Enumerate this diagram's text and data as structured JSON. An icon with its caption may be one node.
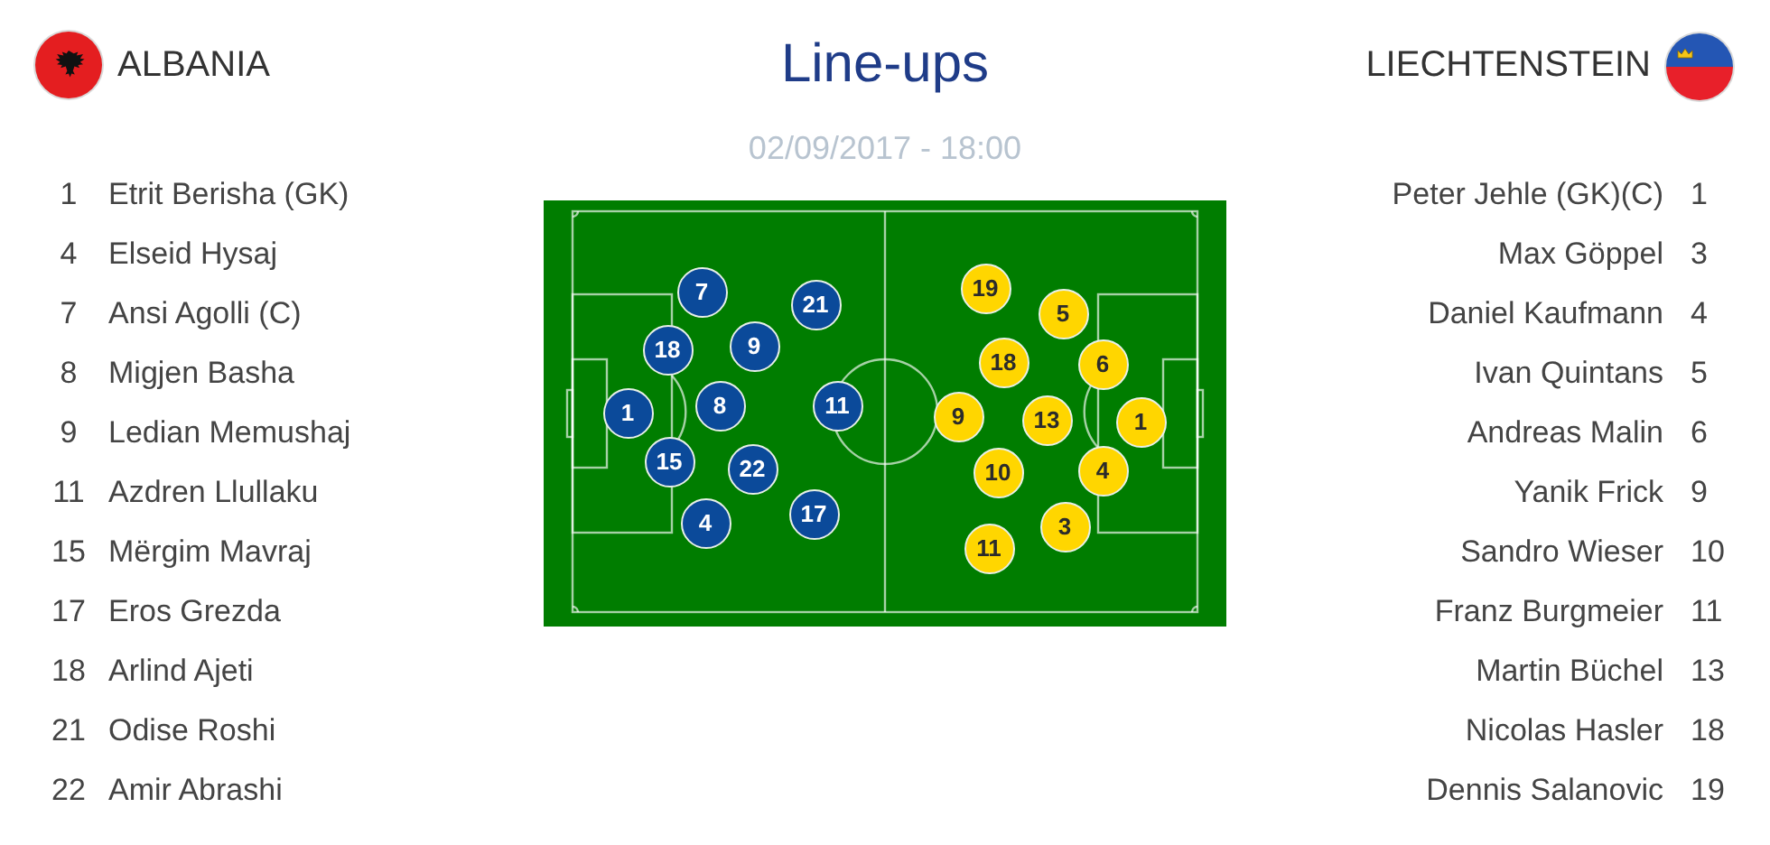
{
  "diagram": {
    "title": "Line-ups",
    "nodes": [
      {
        "text": [
          "1"
        ]
      },
      {
        "text": [
          "18"
        ]
      },
      {
        "text": [
          "15"
        ]
      },
      {
        "text": [
          "7"
        ]
      },
      {
        "text": [
          "8"
        ]
      },
      {
        "text": [
          "4"
        ]
      },
      {
        "text": [
          "9"
        ]
      },
      {
        "text": [
          "22"
        ]
      },
      {
        "text": [
          "21"
        ]
      },
      {
        "text": [
          "11"
        ]
      },
      {
        "text": [
          "17"
        ]
      },
      {
        "text": [
          "9"
        ]
      },
      {
        "text": [
          "19"
        ]
      },
      {
        "text": [
          "18"
        ]
      },
      {
        "text": [
          "10"
        ]
      },
      {
        "text": [
          "11"
        ]
      },
      {
        "text": [
          "13"
        ]
      },
      {
        "text": [
          "5"
        ]
      },
      {
        "text": [
          "3"
        ]
      },
      {
        "text": [
          "6"
        ]
      },
      {
        "text": [
          "4"
        ]
      },
      {
        "text": [
          "1"
        ]
      }
    ],
    "labels": [
      "ALBANIA",
      "LIECHTENSTEIN",
      "02/09/2017 - 18:00",
      "1",
      "Etrit Berisha (GK)",
      "4",
      "Elseid Hysaj",
      "7",
      "Ansi Agolli (C)",
      "8",
      "Migjen Basha",
      "9",
      "Ledian Memushaj",
      "11",
      "Azdren Llullaku",
      "15",
      "Mërgim Mavraj",
      "17",
      "Eros Grezda",
      "18",
      "Arlind Ajeti",
      "21",
      "Odise Roshi",
      "22",
      "Amir Abrashi",
      "Peter Jehle (GK)(C)",
      "1",
      "Max Göppel",
      "3",
      "Daniel Kaufmann",
      "4",
      "Ivan Quintans",
      "5",
      "Andreas Malin",
      "6",
      "Yanik Frick",
      "9",
      "Sandro Wieser",
      "10",
      "Franz Burgmeier",
      "11",
      "Martin Büchel",
      "13",
      "Nicolas Hasler",
      "18",
      "Dennis Salanovic",
      "19"
    ]
  }
}
